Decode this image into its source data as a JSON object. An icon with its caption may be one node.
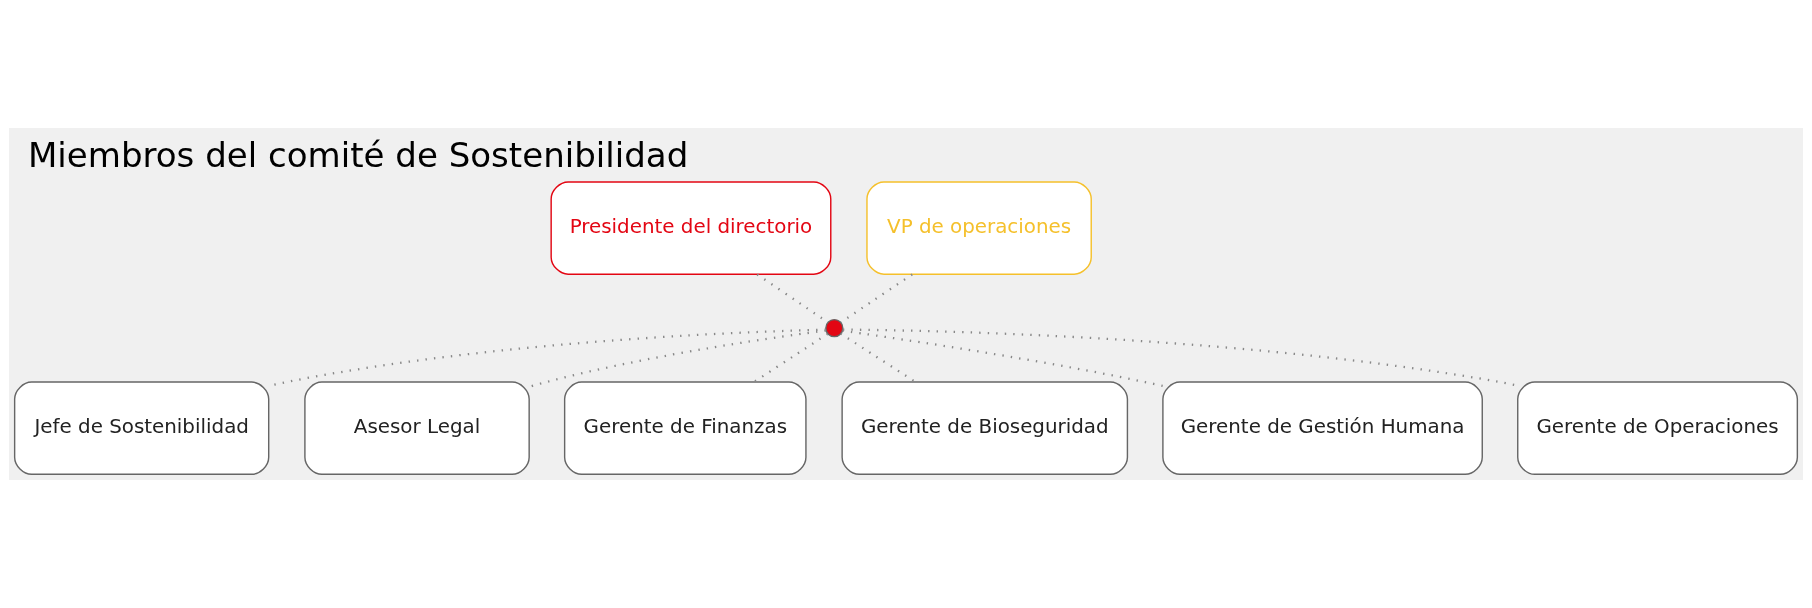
{
  "diagram": {
    "title": "Miembros del comité de Sostenibilidad",
    "nodes": [
      {
        "text": [
          "Presidente del directorio"
        ]
      },
      {
        "text": [
          "VP de operaciones"
        ]
      },
      {
        "text": [],
        "shape": "circle"
      },
      {
        "text": [
          "Jefe de Sostenibilidad"
        ]
      },
      {
        "text": [
          "Asesor Legal"
        ]
      },
      {
        "text": [
          "Gerente de Finanzas"
        ]
      },
      {
        "text": [
          "Gerente de Bioseguridad"
        ]
      },
      {
        "text": [
          "Gerente de Gestión Humana"
        ]
      },
      {
        "text": [
          "Gerente de Operaciones"
        ]
      }
    ],
    "edges": [
      {
        "from": 0,
        "to": 2,
        "arrow": "none"
      },
      {
        "from": 1,
        "to": 2,
        "arrow": "none"
      },
      {
        "from": 2,
        "to": 3,
        "arrow": "none"
      },
      {
        "from": 2,
        "to": 4,
        "arrow": "none"
      },
      {
        "from": 2,
        "to": 5,
        "arrow": "none"
      },
      {
        "from": 2,
        "to": 6,
        "arrow": "none"
      },
      {
        "from": 2,
        "to": 7,
        "arrow": "none"
      },
      {
        "from": 2,
        "to": 8,
        "arrow": "none"
      }
    ]
  }
}
